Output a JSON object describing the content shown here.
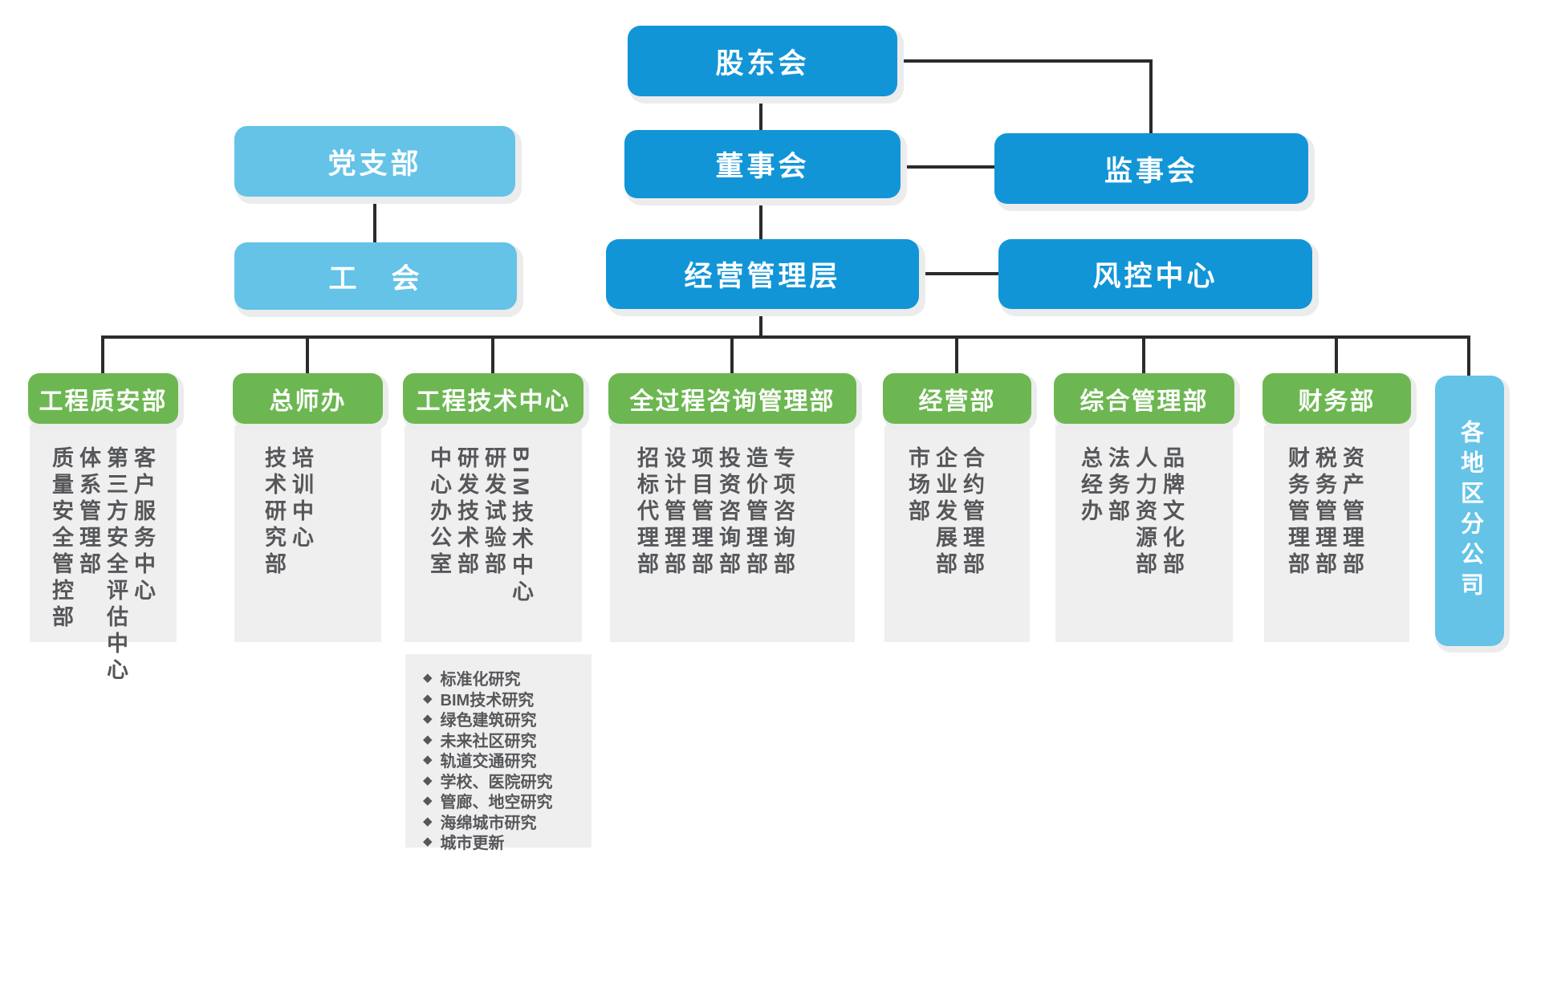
{
  "org": {
    "shareholders": "股东会",
    "board": "董事会",
    "supervisory": "监事会",
    "management": "经营管理层",
    "risk_center": "风控中心",
    "party_branch": "党支部",
    "labor_union": "工　会"
  },
  "departments": [
    {
      "name": "工程质安部",
      "subs": [
        "质量安全管控部",
        "体系管理部",
        "第三方安全评估中心",
        "客户服务中心"
      ]
    },
    {
      "name": "总师办",
      "subs": [
        "技术研究部",
        "培训中心"
      ]
    },
    {
      "name": "工程技术中心",
      "subs": [
        "中心办公室",
        "研发技术部",
        "研发试验部",
        "BIM技术中心"
      ]
    },
    {
      "name": "全过程咨询管理部",
      "subs": [
        "招标代理部",
        "设计管理部",
        "项目管理部",
        "投资咨询部",
        "造价管理部",
        "专项咨询部"
      ]
    },
    {
      "name": "经营部",
      "subs": [
        "市场部",
        "企业发展部",
        "合约管理部"
      ]
    },
    {
      "name": "综合管理部",
      "subs": [
        "总经办",
        "法务部",
        "人力资源部",
        "品牌文化部"
      ]
    },
    {
      "name": "财务部",
      "subs": [
        "财务管理部",
        "税务管理部",
        "资产管理部"
      ]
    },
    {
      "name": "各地区分公司",
      "subs": []
    }
  ],
  "research_topics": [
    "标准化研究",
    "BIM技术研究",
    "绿色建筑研究",
    "未来社区研究",
    "轨道交通研究",
    "学校、医院研究",
    "管廊、地空研究",
    "海绵城市研究",
    "城市更新"
  ],
  "icons": {
    "bullet": "◆"
  },
  "colors": {
    "primary_blue": "#1295d7",
    "light_blue": "#64c3e7",
    "green": "#6cb751",
    "panel_gray": "#efefef",
    "text_gray": "#56575a",
    "line": "#2b2b2b"
  }
}
